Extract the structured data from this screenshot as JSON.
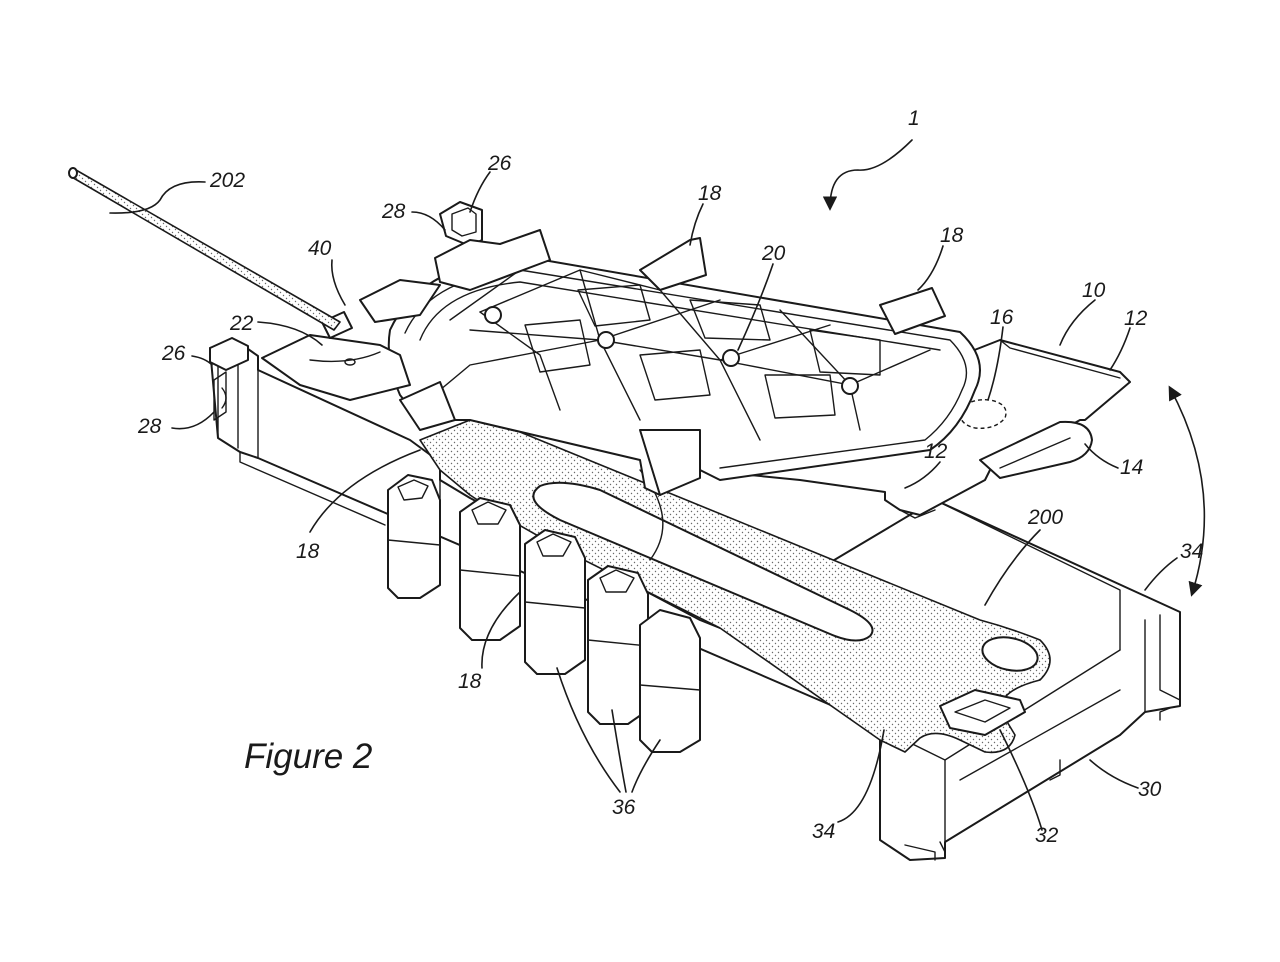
{
  "figure": {
    "caption": "Figure 2",
    "reference_numerals": {
      "assembly": "1",
      "cable": "202",
      "tab_top": "26",
      "tab_left": "26",
      "slot_top": "28",
      "slot_left": "28",
      "element_40": "40",
      "element_22": "22",
      "rib_top_a": "18",
      "rib_top_b": "18",
      "rib_left": "18",
      "rib_bottom": "18",
      "hub": "20",
      "tray": "10",
      "edge_right": "12",
      "edge_front": "12",
      "marker": "16",
      "handle": "14",
      "film": "200",
      "wall_right": "34",
      "wall_front": "34",
      "base": "30",
      "socket": "32",
      "cells": "36"
    }
  }
}
